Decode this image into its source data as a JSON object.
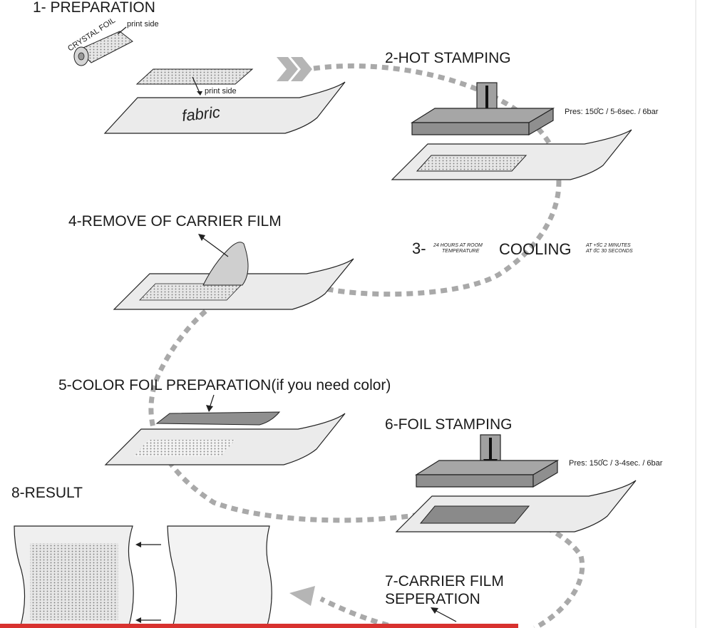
{
  "steps": {
    "s1": "1- PREPARATION",
    "s2": "2-HOT STAMPING",
    "s3_number": "3-",
    "s3_title": "COOLING",
    "s4": "4-REMOVE OF CARRIER FILM",
    "s5": "5-COLOR FOIL PREPARATION(if you need color)",
    "s6": "6-FOIL STAMPING",
    "s7_line1": "7-CARRIER FILM",
    "s7_line2": "SEPERATION",
    "s8": "8-RESULT"
  },
  "labels": {
    "crystal_foil": "CRYSTAL FOIL",
    "print_side_roll": "print side",
    "print_side_sheet": "print side",
    "fabric": "fabric",
    "press_spec_1": "Pres: 150̊C / 5-6sec. / 6bar",
    "press_spec_2": "Pres: 150̊C / 3-4sec. / 6bar",
    "cooling_left_1": "24 HOURS AT ROOM",
    "cooling_left_2": "TEMPERATURE",
    "cooling_right_1": "AT +5̊C 2 MINUTES",
    "cooling_right_2": "AT 0̊C 30 SECONDS"
  },
  "colors": {
    "dotted_path": "#a9a9a9",
    "bottom_bar": "#d8322f"
  }
}
